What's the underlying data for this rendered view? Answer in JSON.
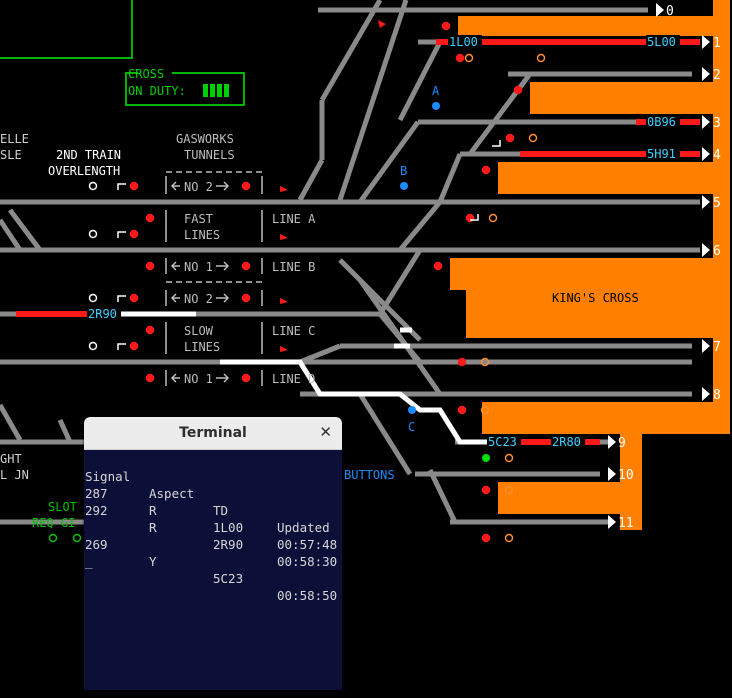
{
  "panel": {
    "platform_numbers": [
      "0",
      "1",
      "2",
      "3",
      "4",
      "5",
      "6",
      "7",
      "8",
      "9",
      "10",
      "11"
    ],
    "station_label": "KING'S CROSS",
    "cross_box": {
      "title": "CROSS",
      "label": "ON DUTY:"
    },
    "left_labels": {
      "elle": "ELLE",
      "sle": "SLE",
      "ght": "GHT",
      "ljn": "L JN"
    },
    "overlength": {
      "line1": "2ND TRAIN",
      "line2": "OVERLENGTH"
    },
    "gasworks": {
      "line1": "GASWORKS",
      "line2": "TUNNELS"
    },
    "tunnels": {
      "no2_top": "NO 2",
      "fast_lines_1": "FAST",
      "fast_lines_2": "LINES",
      "no1_top": "NO 1",
      "no2_mid": "NO 2",
      "slow_lines_1": "SLOW",
      "slow_lines_2": "LINES",
      "no1_bottom": "NO 1"
    },
    "lines": {
      "a": "LINE A",
      "b": "LINE B",
      "c": "LINE C",
      "d": "LINE D"
    },
    "route_labels": {
      "a": "A",
      "b": "B",
      "c": "C"
    },
    "berths": {
      "b1l00": "1L00",
      "b5l00": "5L00",
      "b0b96": "0B96",
      "b5h91": "5H91",
      "b2r90": "2R90",
      "b5c23": "5C23",
      "b2r80": "2R80"
    },
    "buttons_label": "BUTTONS",
    "slot": {
      "line1": "SLOT",
      "line2": "REQ GI"
    },
    "colors": {
      "platform": "#ff8000",
      "track": "#8a8a8a",
      "occupied": "#ff1a1a",
      "route": "#ffffff",
      "berth": "#3fd0ff",
      "panel_green": "#00b400",
      "signal_red": "#ff1a1a",
      "signal_green": "#00e000",
      "route_blue": "#1a8cff"
    }
  },
  "terminal": {
    "title": "Terminal",
    "close_icon": "close-icon",
    "headers": [
      "Signal",
      "Aspect",
      "TD",
      "Updated"
    ],
    "rows": [
      [
        "287",
        "R",
        "1L00",
        "00:57:48"
      ],
      [
        "292",
        "R",
        "2R90",
        "00:58:30"
      ],
      [
        "",
        "",
        "",
        ""
      ],
      [
        "269",
        "Y",
        "5C23",
        "00:58:50"
      ]
    ],
    "prompt": "_"
  }
}
